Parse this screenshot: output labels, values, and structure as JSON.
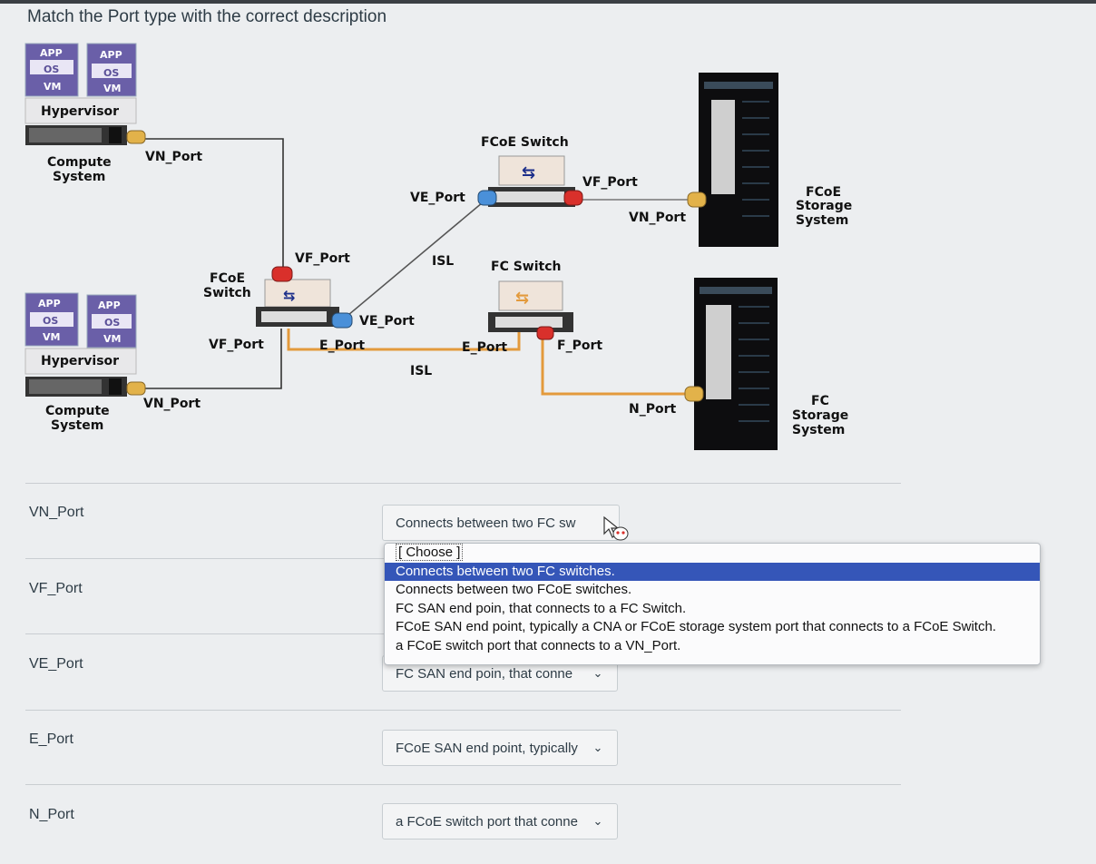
{
  "question": "Match the Port type with the correct description",
  "diagram": {
    "vm_labels": {
      "app": "APP",
      "os": "OS",
      "vm": "VM"
    },
    "hypervisor": "Hypervisor",
    "compute_system_1": "Compute",
    "compute_system_2": "System",
    "fcoe_switch_left_1": "FCoE",
    "fcoe_switch_left_2": "Switch",
    "fcoe_switch_top": "FCoE Switch",
    "fc_switch": "FC Switch",
    "fcoe_storage_1": "FCoE",
    "fcoe_storage_2": "Storage",
    "fcoe_storage_3": "System",
    "fc_storage_1": "FC",
    "fc_storage_2": "Storage",
    "fc_storage_3": "System",
    "labels": {
      "vn_port": "VN_Port",
      "vf_port": "VF_Port",
      "ve_port": "VE_Port",
      "e_port": "E_Port",
      "f_port": "F_Port",
      "n_port": "N_Port",
      "isl": "ISL"
    }
  },
  "rows": [
    {
      "label": "VN_Port",
      "value": "Connects between two FC sw"
    },
    {
      "label": "VF_Port",
      "value": ""
    },
    {
      "label": "VE_Port",
      "value": "FC SAN end poin, that conne"
    },
    {
      "label": "E_Port",
      "value": "FCoE SAN end point, typically"
    },
    {
      "label": "N_Port",
      "value": "a FCoE switch port that conne"
    }
  ],
  "dropdown_options": [
    "[ Choose ]",
    "Connects between two FC switches.",
    "Connects between two FCoE switches.",
    "FC SAN end poin, that connects to a FC Switch.",
    "FCoE SAN end point, typically a CNA or FCoE storage system port that connects to a FCoE Switch.",
    "a FCoE switch port that connects to a VN_Port."
  ],
  "highlighted_option_index": 1,
  "colors": {
    "highlight": "#3556b8",
    "port_yellow": "#e2b24a",
    "port_red": "#d9302b",
    "port_blue": "#4a90d9",
    "vm_purple": "#6a5fa8",
    "cable_orange": "#e39a3c"
  }
}
